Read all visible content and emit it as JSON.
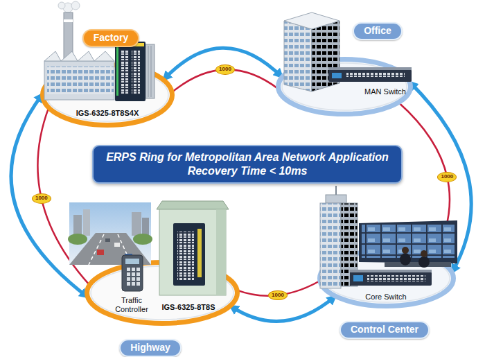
{
  "diagram": {
    "nodes": [
      {
        "text": [
          "Factory"
        ]
      },
      {
        "text": [
          "IGS-6325-8T8S4X"
        ]
      },
      {
        "text": [
          "Office"
        ]
      },
      {
        "text": [
          "MAN Switch"
        ]
      },
      {
        "text": [
          "ERPS Ring for Metropolitan Area Network Application",
          "Recovery Time < 10ms"
        ]
      },
      {
        "text": [
          "Core Switch"
        ]
      },
      {
        "text": [
          "Traffic Controller",
          "IGS-6325-8T8S"
        ]
      },
      {
        "text": [
          "Control Center"
        ]
      },
      {
        "text": [
          "Highway"
        ]
      }
    ],
    "edges": [
      {
        "from": 1,
        "to": 3,
        "arrow": "none",
        "label": "1000"
      },
      {
        "from": 1,
        "to": 3,
        "arrow": "both"
      },
      {
        "from": 3,
        "to": 5,
        "arrow": "none",
        "label": "1000"
      },
      {
        "from": 3,
        "to": 5,
        "arrow": "both"
      },
      {
        "from": 5,
        "to": 6,
        "arrow": "none",
        "label": "1000"
      },
      {
        "from": 5,
        "to": 6,
        "arrow": "both"
      },
      {
        "from": 6,
        "to": 1,
        "arrow": "none",
        "label": "1000"
      },
      {
        "from": 6,
        "to": 1,
        "arrow": "both"
      }
    ]
  }
}
